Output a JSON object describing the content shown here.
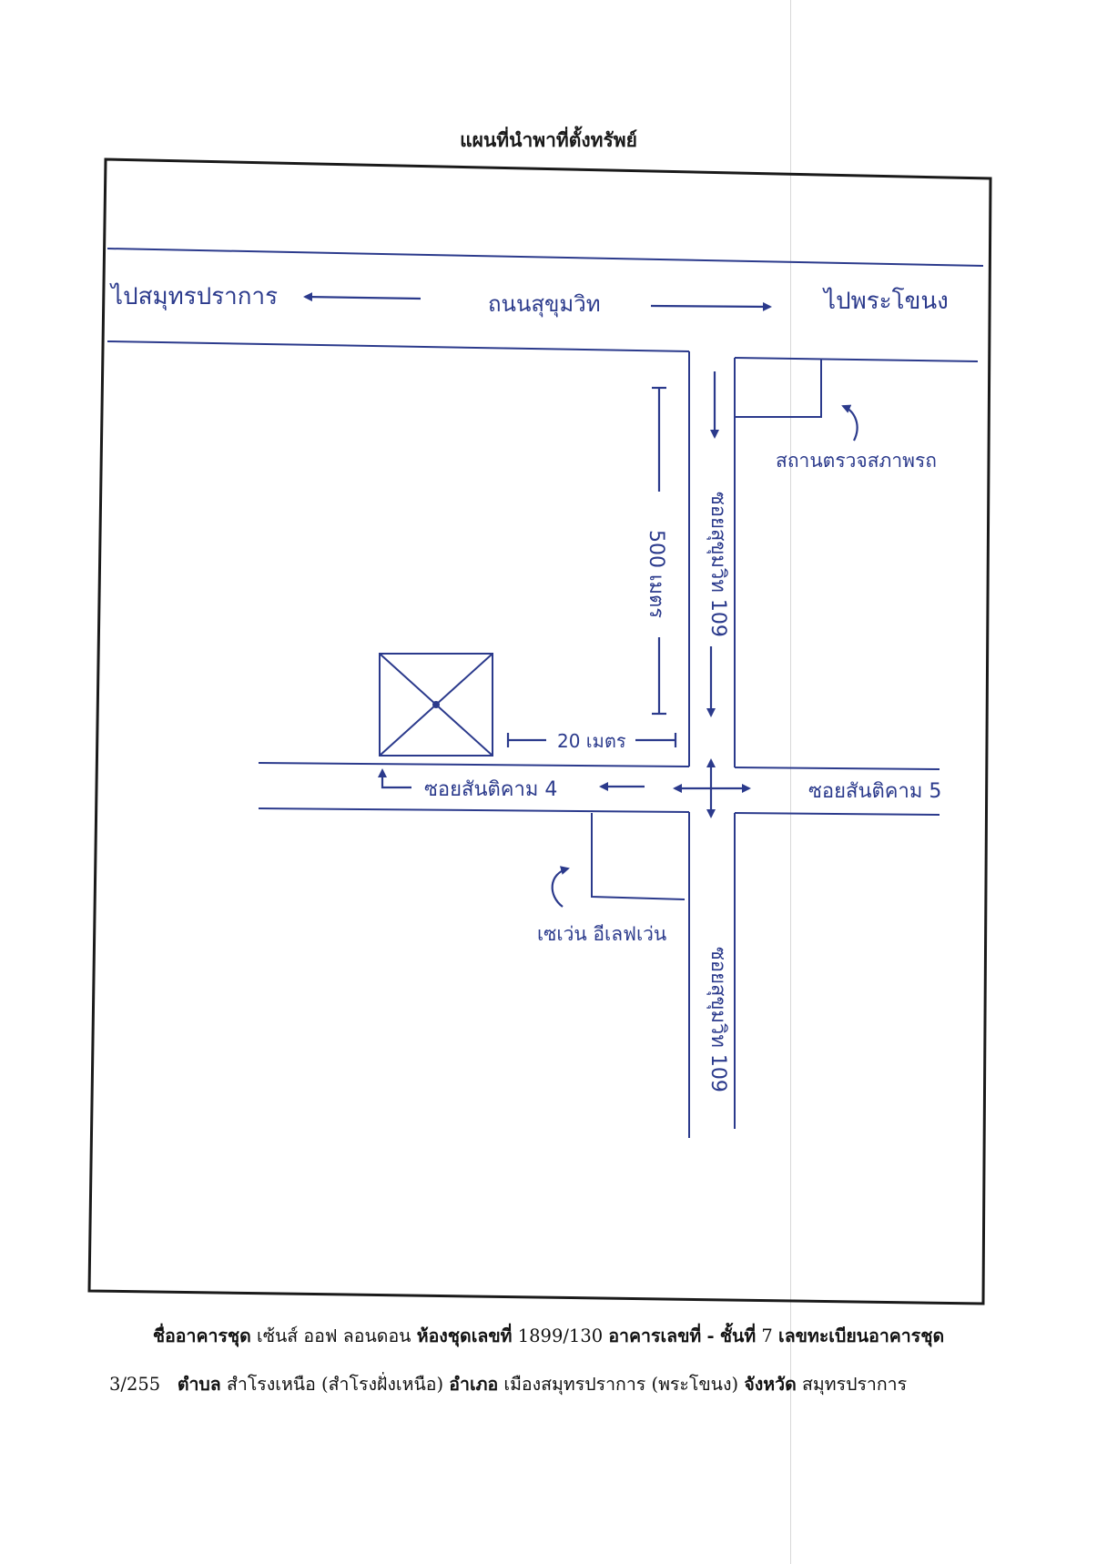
{
  "title": "แผนที่นำพาที่ตั้งทรัพย์",
  "map": {
    "road_main": "ถนนสุขุมวิท",
    "to_west": "ไปสมุทรปราการ",
    "to_east": "ไปพระโขนง",
    "soi_north": "ซอยสุขุมวิท 109",
    "soi_south": "ซอยสุขุมวิท 109",
    "soi_west": "ซอยสันติคาม 4",
    "soi_east": "ซอยสันติคาม 5",
    "distance_vertical": "500 เมตร",
    "distance_horizontal": "20 เมตร",
    "landmark_ne": "สถานตรวจสภาพรถ",
    "landmark_sw": "เซเว่น อีเลฟเว่น"
  },
  "caption": {
    "building_label": "ชื่ออาคารชุด",
    "building_value": "เซ้นส์ ออฟ ลอนดอน",
    "unit_label": "ห้องชุดเลขที่",
    "unit_value": "1899/130",
    "bldg_no_label": "อาคารเลขที่",
    "bldg_no_value": "-",
    "floor_label": "ชั้นที่",
    "floor_value": "7",
    "reg_label": "เลขทะเบียนอาคารชุด",
    "reg_value": "3/255",
    "subdistrict_label": "ตำบล",
    "subdistrict_value": "สำโรงเหนือ (สำโรงฝั่งเหนือ)",
    "district_label": "อำเภอ",
    "district_value": "เมืองสมุทรปราการ (พระโขนง)",
    "province_label": "จังหวัด",
    "province_value": "สมุทรปราการ"
  },
  "colors": {
    "ink": "#2b3a8c",
    "frame": "#1a1a1a"
  }
}
